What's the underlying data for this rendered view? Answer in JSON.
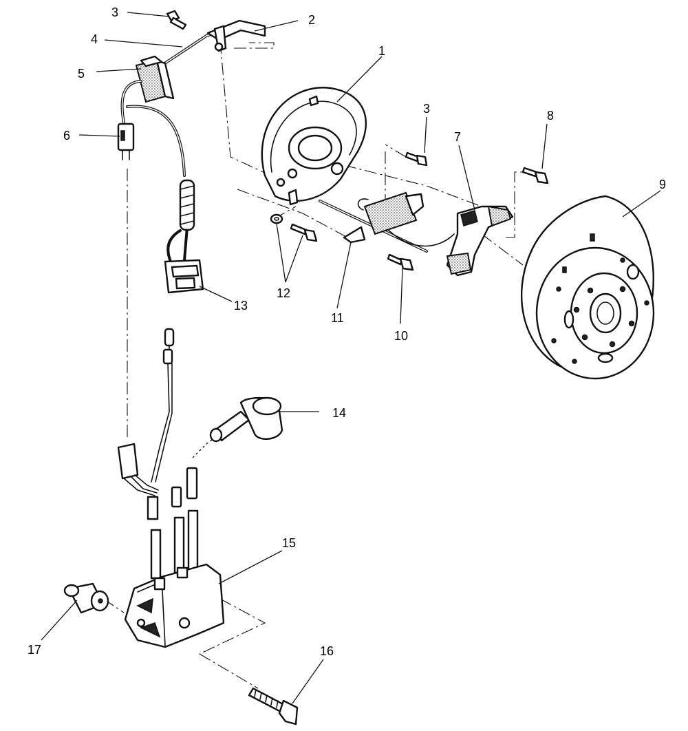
{
  "diagram": {
    "labels": [
      {
        "id": "1",
        "text": "1"
      },
      {
        "id": "2",
        "text": "2"
      },
      {
        "id": "3a",
        "text": "3"
      },
      {
        "id": "3b",
        "text": "3"
      },
      {
        "id": "4",
        "text": "4"
      },
      {
        "id": "5",
        "text": "5"
      },
      {
        "id": "6",
        "text": "6"
      },
      {
        "id": "7",
        "text": "7"
      },
      {
        "id": "8",
        "text": "8"
      },
      {
        "id": "9",
        "text": "9"
      },
      {
        "id": "10",
        "text": "10"
      },
      {
        "id": "11",
        "text": "11"
      },
      {
        "id": "12",
        "text": "12"
      },
      {
        "id": "13",
        "text": "13"
      },
      {
        "id": "14",
        "text": "14"
      },
      {
        "id": "15",
        "text": "15"
      },
      {
        "id": "16",
        "text": "16"
      },
      {
        "id": "17",
        "text": "17"
      }
    ]
  }
}
